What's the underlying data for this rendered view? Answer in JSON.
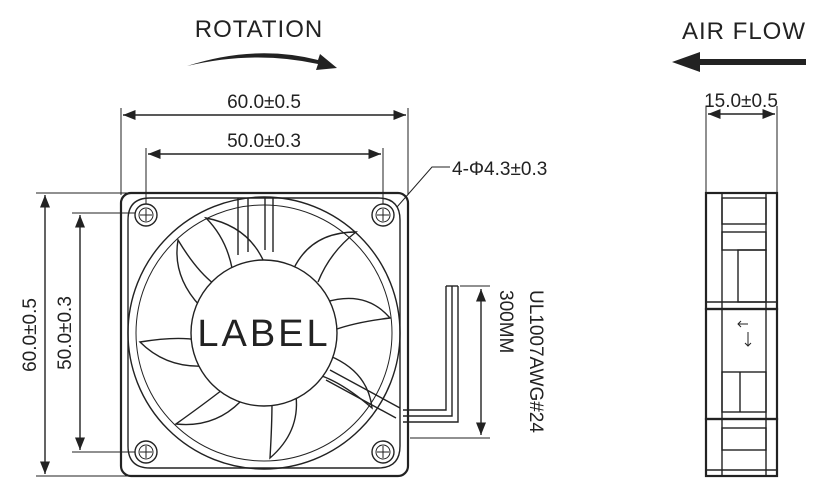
{
  "headings": {
    "rotation": "ROTATION",
    "air_flow": "AIR FLOW"
  },
  "dimensions": {
    "frame_width": "60.0±0.5",
    "hole_spacing_width": "50.0±0.3",
    "frame_height": "60.0±0.5",
    "hole_spacing_height": "50.0±0.3",
    "mounting_holes": "4-Φ4.3±0.3",
    "thickness": "15.0±0.5"
  },
  "hub": {
    "label": "LABEL"
  },
  "lead_wire": {
    "spec": "UL1007AWG#24",
    "length": "300MM"
  }
}
